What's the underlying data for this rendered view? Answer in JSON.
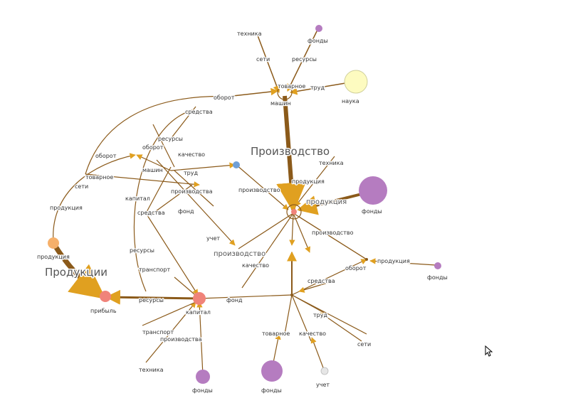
{
  "colors": {
    "edge": "#8b5a1a",
    "arrow": "#e0a020",
    "purple": "#b57cc0",
    "yellow": "#fdfbc0",
    "salmon": "#f0837a",
    "orange": "#f6b06a",
    "blue": "#6f9fd6",
    "gray": "#e6e6e6"
  },
  "labels": {
    "proizvodstvo": "Производство",
    "produkcii": "Продукции",
    "fondy": "фонды",
    "nauka": "наука",
    "tehnika": "техника",
    "oborot": "оборот",
    "proizvodstvo_small": "производство",
    "produkciya": "продукция",
    "mashin": "машин",
    "pribyl": "прибыль",
    "seti": "сети",
    "resursy": "ресурсы",
    "fond": "фонд",
    "tovarnoe": "товарное",
    "proizvodstvo2": "производства",
    "kachestvo": "качество",
    "trud": "труд",
    "kapital": "капитал",
    "transport": "транспорт",
    "sredstva": "средства",
    "uchet": "учет"
  }
}
